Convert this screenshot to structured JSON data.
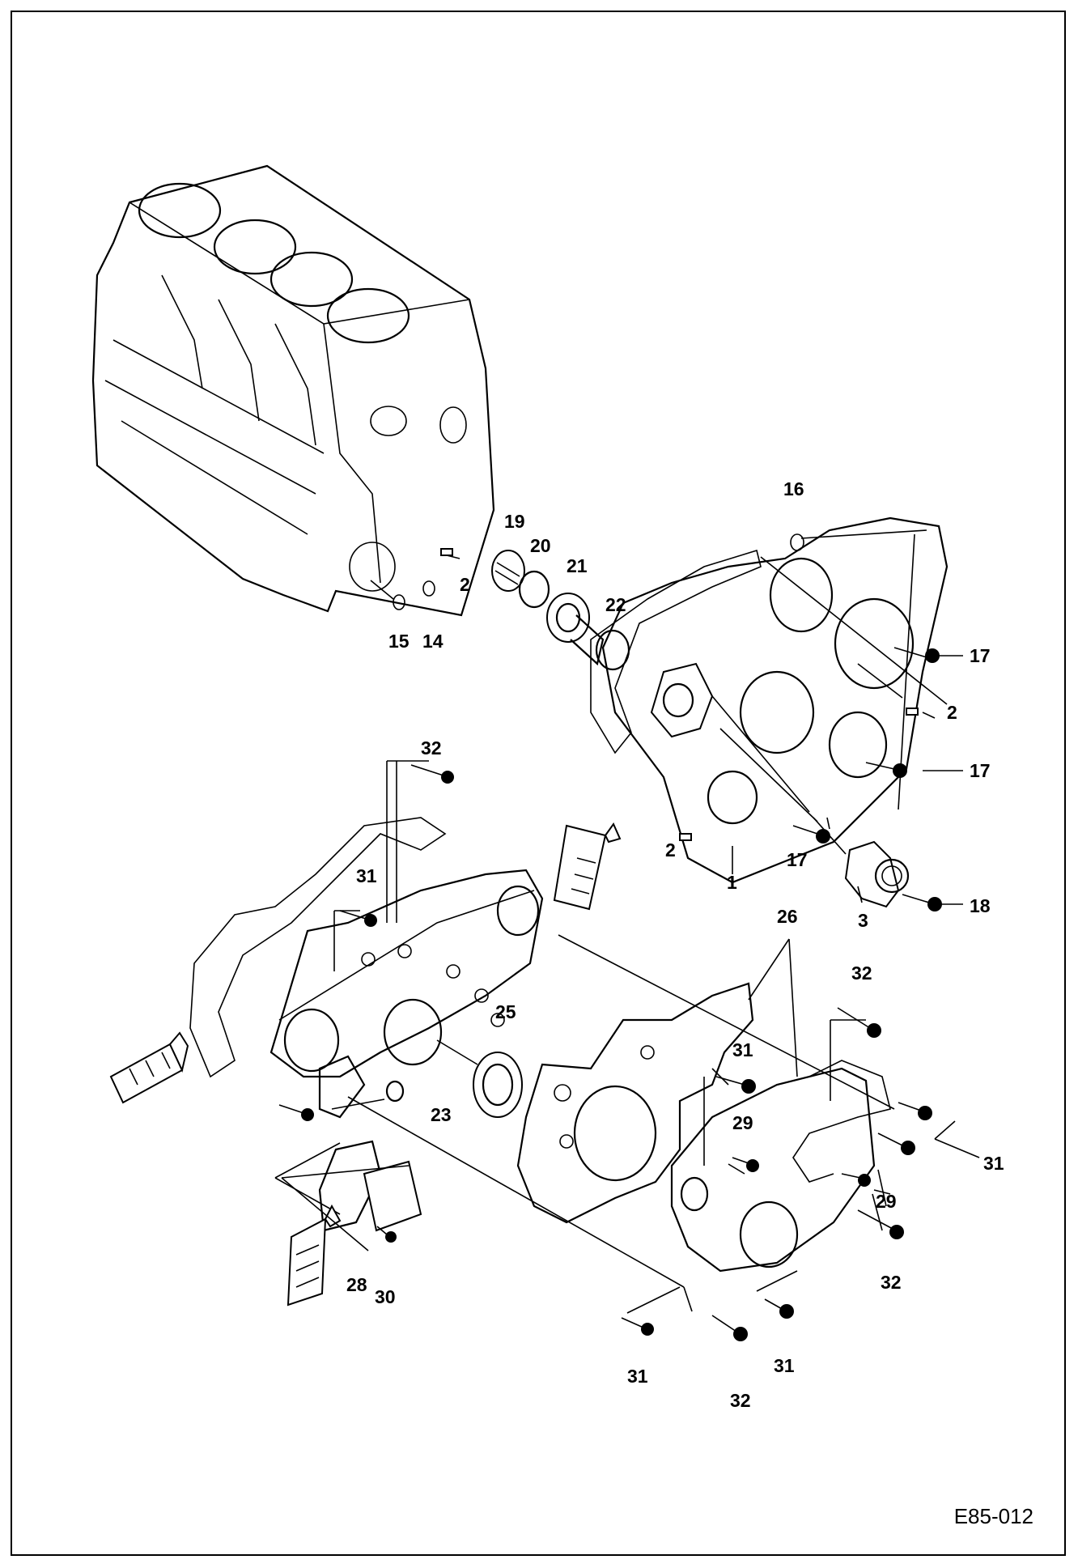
{
  "figure": {
    "id": "E85-012"
  },
  "callouts": {
    "c1": "1",
    "c2a": "2",
    "c2b": "2",
    "c2c": "2",
    "c3": "3",
    "c14": "14",
    "c15": "15",
    "c16": "16",
    "c17a": "17",
    "c17b": "17",
    "c17c": "17",
    "c18": "18",
    "c19": "19",
    "c20": "20",
    "c21": "21",
    "c22": "22",
    "c23": "23",
    "c25": "25",
    "c26": "26",
    "c28": "28",
    "c29a": "29",
    "c29b": "29",
    "c30": "30",
    "c31a": "31",
    "c31b": "31",
    "c31c": "31",
    "c31d": "31",
    "c31e": "31",
    "c32a": "32",
    "c32b": "32",
    "c32c": "32",
    "c32d": "32"
  },
  "colors": {
    "line": "#000000",
    "background": "#ffffff"
  }
}
